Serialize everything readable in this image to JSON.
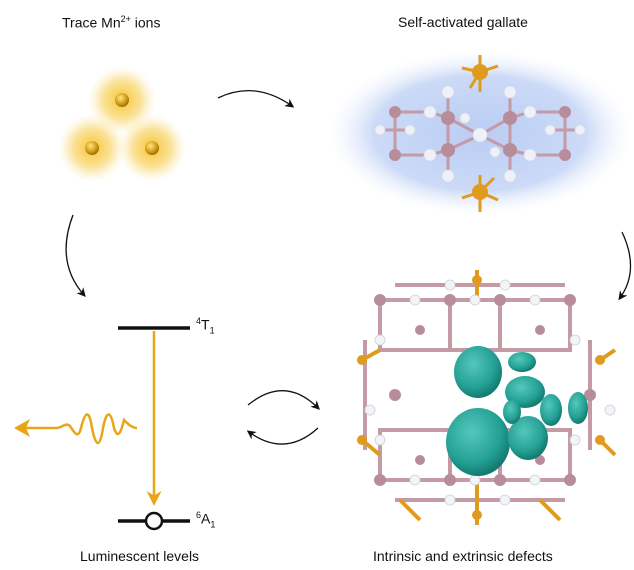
{
  "panels": {
    "trace": {
      "title_main": "Trace Mn",
      "title_sup": "2+",
      "title_tail": " ions"
    },
    "gallate": {
      "title": "Self-activated gallate"
    },
    "levels": {
      "title": "Luminescent levels",
      "upper": {
        "sup": "4",
        "main": "T",
        "sub": "1"
      },
      "lower": {
        "sup": "6",
        "main": "A",
        "sub": "1"
      }
    },
    "defects": {
      "title": "Intrinsic and extrinsic defects"
    }
  },
  "colors": {
    "gold": "#E8A515",
    "ion_core": "#D8A41A",
    "glow": "#F4C430",
    "gallate_bg": "#C9D8F6",
    "ga_atom": "#B88D9B",
    "o_atom": "#E9EEF6",
    "bond_pink": "#C49AA4",
    "bond_orange": "#E09B1E",
    "defect_lobe": "#2BA79B",
    "arrow": "#111111"
  },
  "icons": [
    "curved-arrow-icon",
    "emission-wave-icon"
  ]
}
